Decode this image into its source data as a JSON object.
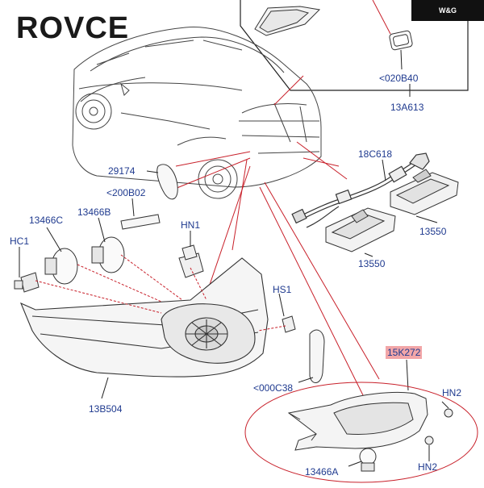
{
  "brand": {
    "text": "ROVCE",
    "badge": "W&G"
  },
  "colors": {
    "label": "#1f3a8f",
    "leader": "#c8202a",
    "highlight": "#f2a6a8",
    "line": "#222222"
  },
  "labels": {
    "p020B40": "<020B40",
    "p13A613": "13A613",
    "p18C618": "18C618",
    "p29174": "29174",
    "p200B02": "<200B02",
    "p13466C": "13466C",
    "p13466B": "13466B",
    "pHN1": "HN1",
    "pHC1": "HC1",
    "p13550a": "13550",
    "p13550b": "13550",
    "pHS1": "HS1",
    "p15K272": "15K272",
    "p000C38": "<000C38",
    "p13B504": "13B504",
    "pHN2a": "HN2",
    "pHN2b": "HN2",
    "p13466A": "13466A"
  }
}
